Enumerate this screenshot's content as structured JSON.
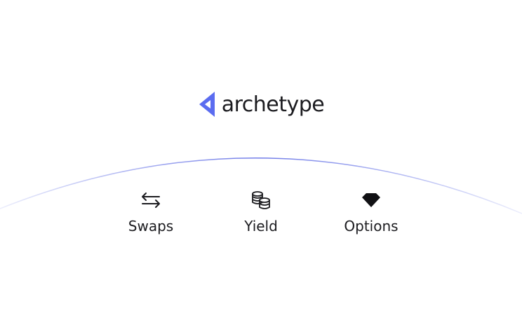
{
  "brand": {
    "name": "archetype",
    "logo_icon": "archetype-logo-mark",
    "accent_color": "#5b6cf0"
  },
  "arc": {
    "color_center": "#6f7be8",
    "color_edge": "#e4e6fb"
  },
  "features": [
    {
      "label": "Swaps",
      "icon": "swap-arrows-icon"
    },
    {
      "label": "Yield",
      "icon": "coins-stack-icon"
    },
    {
      "label": "Options",
      "icon": "diamond-icon"
    }
  ]
}
